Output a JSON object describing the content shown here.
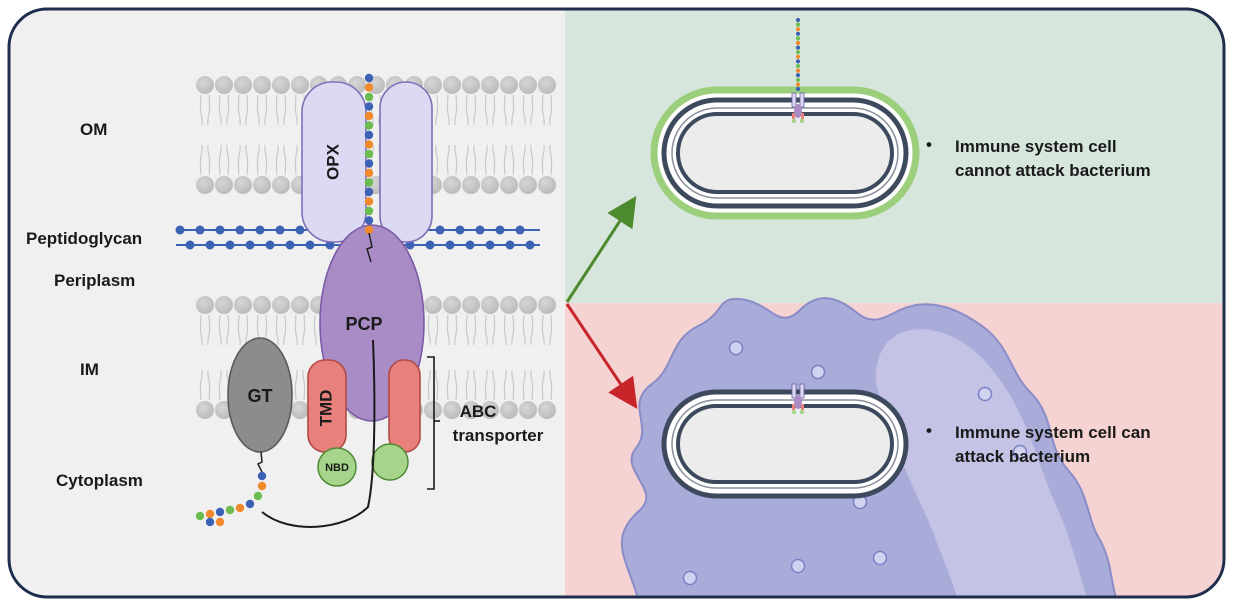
{
  "labels": {
    "om": "OM",
    "peptidoglycan": "Peptidoglycan",
    "periplasm": "Periplasm",
    "im": "IM",
    "cytoplasm": "Cytoplasm",
    "opx": "OPX",
    "pcp": "PCP",
    "gt": "GT",
    "tmd": "TMD",
    "nbd": "NBD",
    "abc_line1": "ABC",
    "abc_line2": "transporter"
  },
  "outcomes": {
    "protected": {
      "line1": "Immune system cell",
      "line2": "cannot attack bacterium"
    },
    "attacked": {
      "line1": "Immune system cell can",
      "line2": "attack bacterium"
    }
  },
  "colors": {
    "frame": "#1f2d4d",
    "left_panel": "#f0f0f0",
    "protected_panel": "#d7e6dc",
    "attacked_panel": "#f6d3d3",
    "immune_cell": "#a9acd9",
    "opx": "#dcdaf2",
    "pcp": "#a98cc6",
    "gt": "#8c8c8c",
    "tmd": "#e8817c",
    "nbd": "#a6d48a",
    "peptidoglycan": "#3b62b4",
    "green_arrow": "#4d8a2e",
    "red_arrow": "#c8252a",
    "capsule": "#9bcf7c"
  },
  "bullet": "•"
}
